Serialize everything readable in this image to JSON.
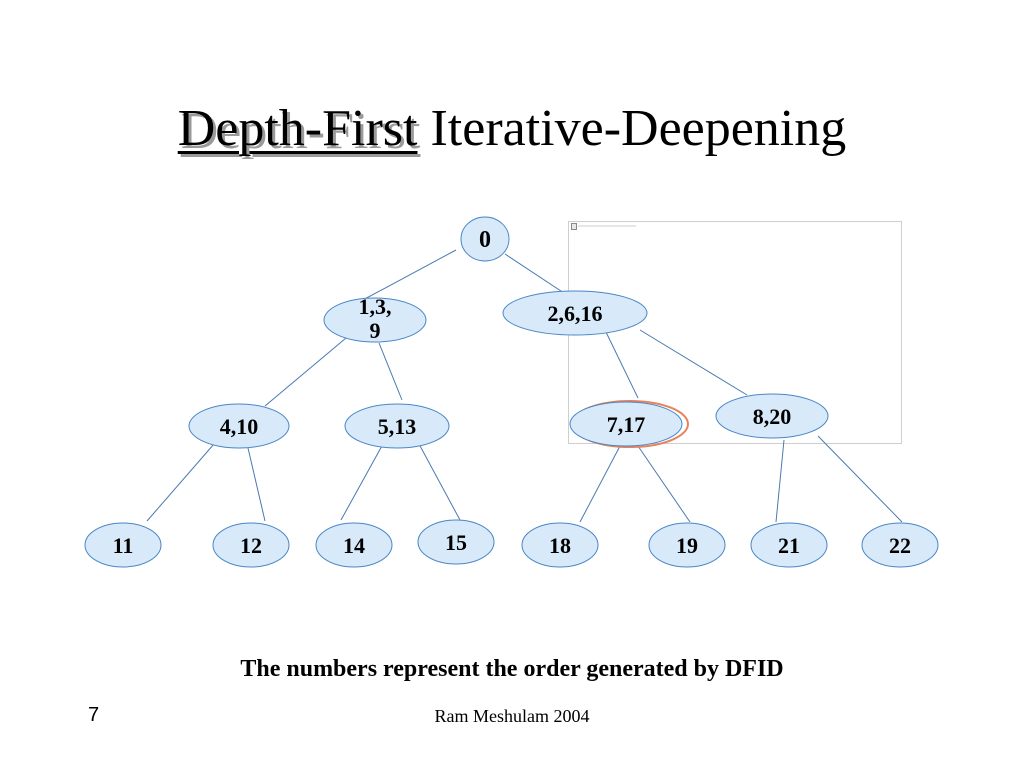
{
  "title": {
    "emphasis": "Depth-First",
    "rest": " Iterative-Deepening"
  },
  "colors": {
    "node_fill": "#d8eafa",
    "node_stroke": "#4a86c5",
    "edge": "#4a7ab0",
    "highlight": "#e8825a"
  },
  "tree": {
    "nodes": [
      {
        "id": "n0",
        "label": "0"
      },
      {
        "id": "n1",
        "label": "1,3,\n9"
      },
      {
        "id": "n2",
        "label": "2,6,16"
      },
      {
        "id": "n4",
        "label": "4,10"
      },
      {
        "id": "n5",
        "label": "5,13"
      },
      {
        "id": "n7",
        "label": "7,17"
      },
      {
        "id": "n8",
        "label": "8,20"
      },
      {
        "id": "n11",
        "label": "11"
      },
      {
        "id": "n12",
        "label": "12"
      },
      {
        "id": "n14",
        "label": "14"
      },
      {
        "id": "n15",
        "label": "15"
      },
      {
        "id": "n18",
        "label": "18"
      },
      {
        "id": "n19",
        "label": "19"
      },
      {
        "id": "n21",
        "label": "21"
      },
      {
        "id": "n22",
        "label": "22"
      }
    ],
    "edges": [
      [
        "n0",
        "n1"
      ],
      [
        "n0",
        "n2"
      ],
      [
        "n1",
        "n4"
      ],
      [
        "n1",
        "n5"
      ],
      [
        "n2",
        "n7"
      ],
      [
        "n2",
        "n8"
      ],
      [
        "n4",
        "n11"
      ],
      [
        "n4",
        "n12"
      ],
      [
        "n5",
        "n14"
      ],
      [
        "n5",
        "n15"
      ],
      [
        "n7",
        "n18"
      ],
      [
        "n7",
        "n19"
      ],
      [
        "n8",
        "n21"
      ],
      [
        "n8",
        "n22"
      ]
    ]
  },
  "caption": "The numbers represent the order generated by DFID",
  "footer": "Ram Meshulam 2004",
  "page_number": "7"
}
